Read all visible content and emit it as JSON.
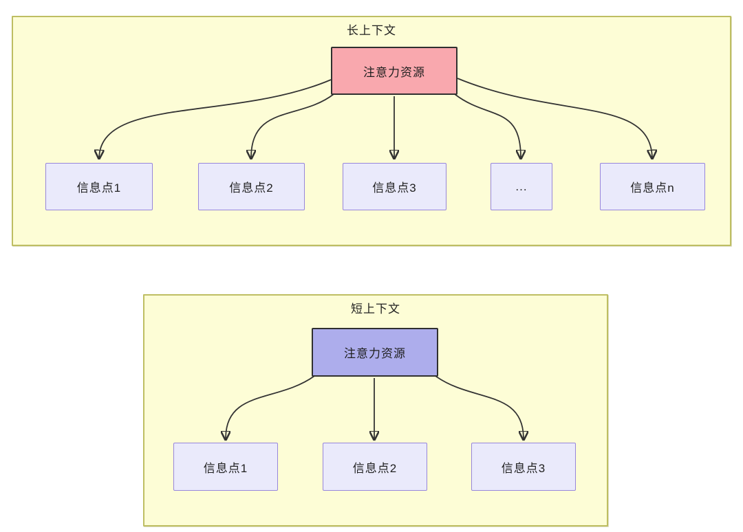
{
  "panels": [
    {
      "id": "long-context",
      "title": "长上下文",
      "root_label": "注意力资源",
      "children": [
        {
          "label": "信息点1"
        },
        {
          "label": "信息点2"
        },
        {
          "label": "信息点3"
        },
        {
          "label": "..."
        },
        {
          "label": "信息点n"
        }
      ]
    },
    {
      "id": "short-context",
      "title": "短上下文",
      "root_label": "注意力资源",
      "children": [
        {
          "label": "信息点1"
        },
        {
          "label": "信息点2"
        },
        {
          "label": "信息点3"
        }
      ]
    }
  ],
  "colors": {
    "panel_fill": "#fdfdd6",
    "panel_border": "#bebe62",
    "long_root_fill": "#f9a8ae",
    "short_root_fill": "#adadec",
    "leaf_fill": "#eaeafb",
    "leaf_border": "#9685db",
    "edge": "#333333",
    "node_border": "#2f2f2f",
    "text": "#1f1f1f"
  }
}
